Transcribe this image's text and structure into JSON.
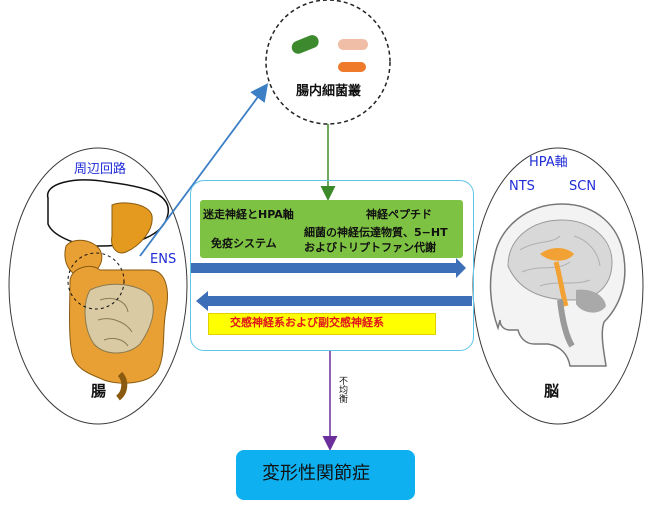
{
  "microbiota": {
    "label": "腸内細菌叢"
  },
  "gut": {
    "circuit_label": "周辺回路",
    "ens_label": "ENS",
    "organ_label": "腸"
  },
  "brain": {
    "hpa_label": "HPA軸",
    "nts_label": "NTS",
    "scn_label": "SCN",
    "organ_label": "脳"
  },
  "pathways": {
    "vagus_hpa": "迷走神経とHPA軸",
    "neuropeptide": "神経ペプチド",
    "immune": "免疫システム",
    "neurotransmitter_line1": "細菌の神経伝達物質、5−HT",
    "neurotransmitter_line2": "およびトリプトファン代謝",
    "autonomic": "交感神経系および副交感神経系"
  },
  "imbalance_label": "不均衡",
  "outcome": {
    "label": "変形性関節症"
  },
  "colors": {
    "blue_text": "#1f2bd6",
    "green_box": "#7dc242",
    "yellow_box": "#ffff00",
    "red_text": "#e0161b",
    "outcome_fill": "#0fb0f0",
    "arrow_blue": "#3c7fc4",
    "arrow_purple": "#6b2e9a",
    "arrow_green": "#3a8a2a"
  }
}
